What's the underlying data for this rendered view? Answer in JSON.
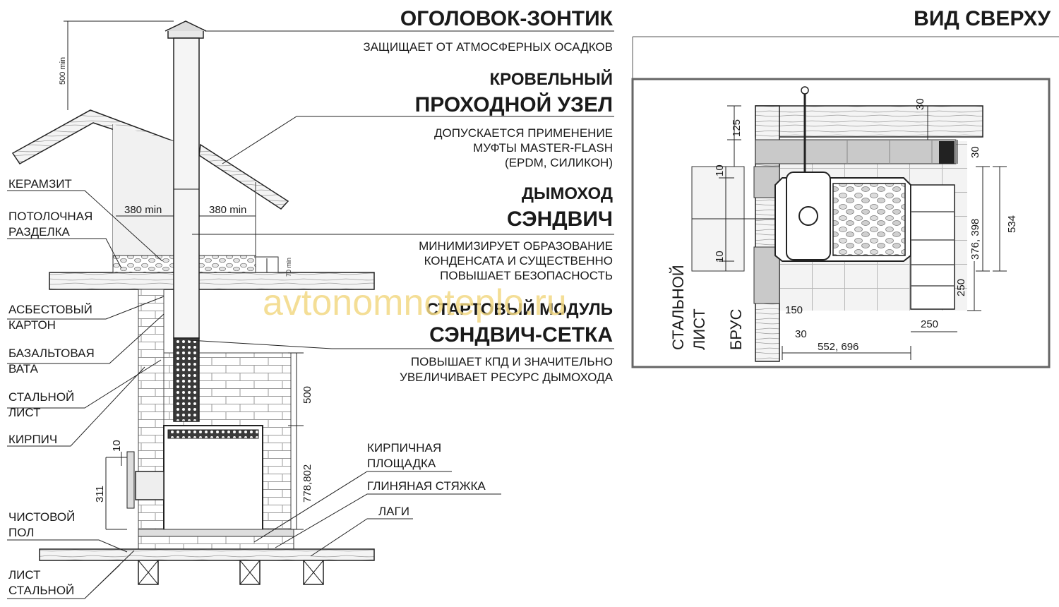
{
  "headings": {
    "cap_title": "ОГОЛОВОК-ЗОНТИК",
    "cap_desc": "ЗАЩИЩАЕТ ОТ АТМОСФЕРНЫХ ОСАДКОВ",
    "roof_title_1": "КРОВЕЛЬНЫЙ",
    "roof_title_2": "ПРОХОДНОЙ УЗЕЛ",
    "roof_desc_1": "ДОПУСКАЕТСЯ ПРИМЕНЕНИЕ",
    "roof_desc_2": "МУФТЫ MASTER-FLASH",
    "roof_desc_3": "(EPDM, СИЛИКОН)",
    "chimney_title_1": "ДЫМОХОД",
    "chimney_title_2": "СЭНДВИЧ",
    "chimney_desc_1": "МИНИМИЗИРУЕТ ОБРАЗОВАНИЕ",
    "chimney_desc_2": "КОНДЕНСАТА И СУЩЕСТВЕННО",
    "chimney_desc_3": "ПОВЫШАЕТ БЕЗОПАСНОСТЬ",
    "start_title_1": "СТАРТОВЫЙ МОДУЛЬ",
    "start_title_2": "СЭНДВИЧ-СЕТКА",
    "start_desc_1": "ПОВЫШАЕТ КПД И ЗНАЧИТЕЛЬНО",
    "start_desc_2": "УВЕЛИЧИВАЕТ РЕСУРС ДЫМОХОДА",
    "top_view_title": "ВИД СВЕРХУ"
  },
  "left_labels": {
    "keramzit": "КЕРАМЗИТ",
    "razdelka_1": "ПОТОЛОЧНАЯ",
    "razdelka_2": "РАЗДЕЛКА",
    "asbest_1": "АСБЕСТОВЫЙ",
    "asbest_2": "КАРТОН",
    "bazalt_1": "БАЗАЛЬТОВАЯ",
    "bazalt_2": "ВАТА",
    "steel_1": "СТАЛЬНОЙ",
    "steel_2": "ЛИСТ",
    "brick": "КИРПИЧ",
    "floor_1": "ЧИСТОВОЙ",
    "floor_2": "ПОЛ",
    "sheet_1": "ЛИСТ",
    "sheet_2": "СТАЛЬНОЙ"
  },
  "middle_labels": {
    "platform_1": "КИРПИЧНАЯ",
    "platform_2": "ПЛОЩАДКА",
    "clay": "ГЛИНЯНАЯ СТЯЖКА",
    "joists": "ЛАГИ"
  },
  "side_dims": {
    "d500min": "500 min",
    "d380left": "380 min",
    "d380right": "380 min",
    "d70": "70 min",
    "d500": "500",
    "d778": "778,802",
    "d10": "10",
    "d311": "311"
  },
  "top_view": {
    "d125": "125",
    "d30a": "30",
    "d30b": "30",
    "d10a": "10",
    "d10b": "10",
    "d376": "376, 398",
    "d534": "534",
    "d250v": "250",
    "d150": "150",
    "d30c": "30",
    "d552": "552, 696",
    "d250h": "250",
    "steel_1": "СТАЛЬНОЙ",
    "steel_2": "ЛИСТ",
    "beam": "БРУС"
  },
  "watermark": "avtonomnoteplo.ru"
}
